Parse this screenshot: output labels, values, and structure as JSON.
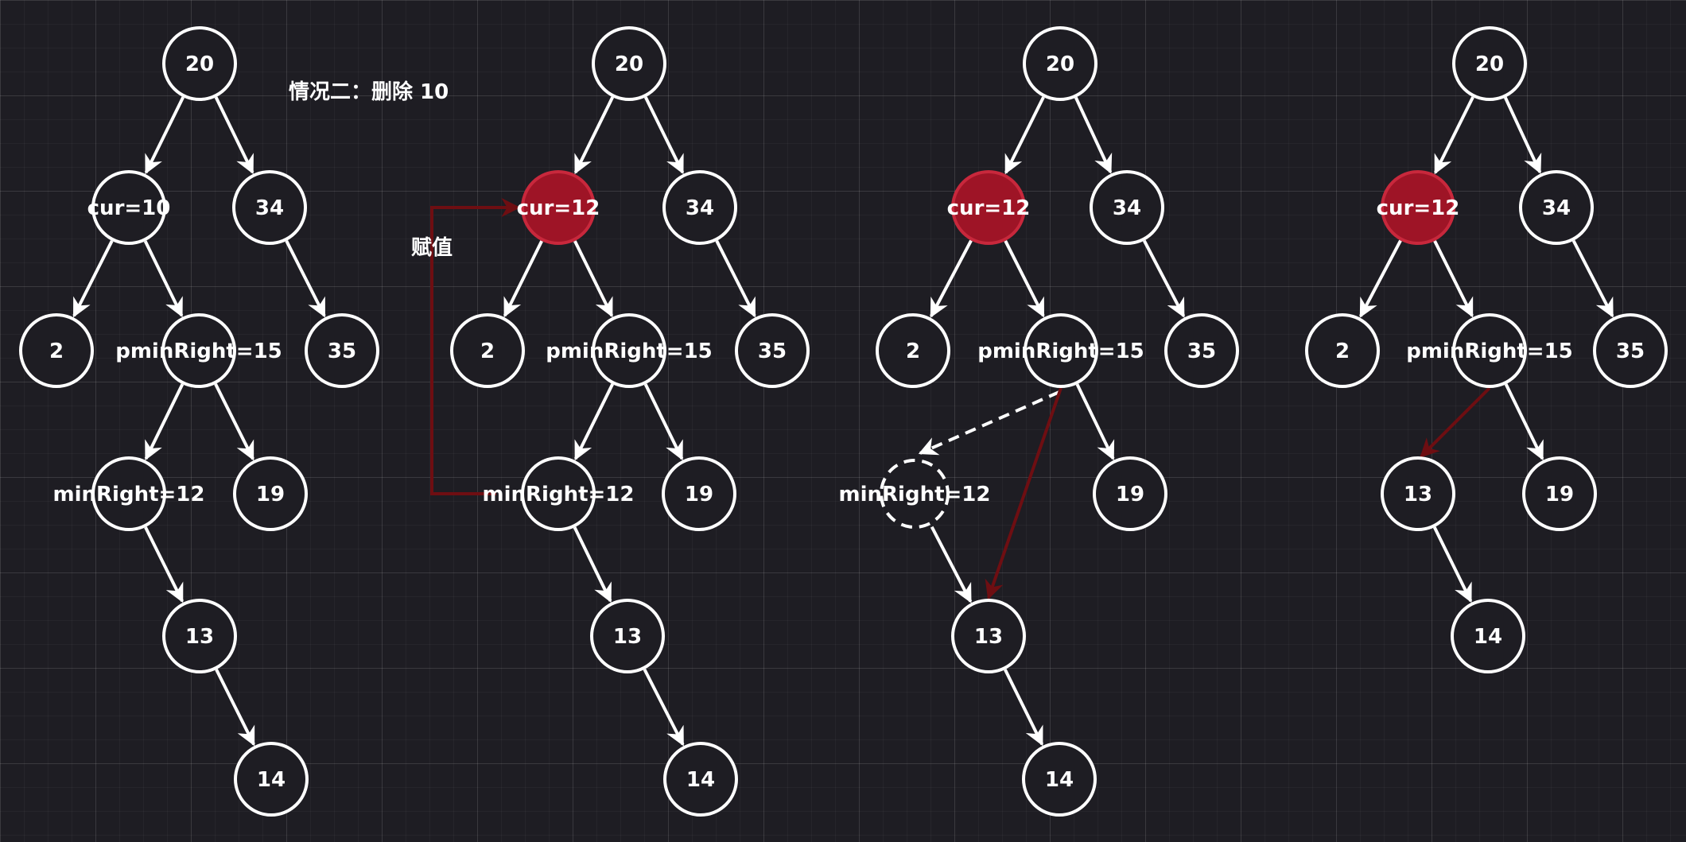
{
  "caption": "情况二：删除 10",
  "assign_label": "赋值",
  "colors": {
    "background": "#1e1d23",
    "node_stroke": "#ffffff",
    "highlight_fill": "#9e1426",
    "highlight_stroke": "#c8283c",
    "pointer_arrow": "#6e0e12"
  },
  "panels": [
    {
      "nodes": [
        {
          "id": "root",
          "label": "20"
        },
        {
          "id": "cur",
          "label": "cur=10"
        },
        {
          "id": "n34",
          "label": "34"
        },
        {
          "id": "n2",
          "label": "2"
        },
        {
          "id": "pmin",
          "label": "pminRight=15"
        },
        {
          "id": "n35",
          "label": "35"
        },
        {
          "id": "min",
          "label": "minRight=12"
        },
        {
          "id": "n19",
          "label": "19"
        },
        {
          "id": "n13",
          "label": "13"
        },
        {
          "id": "n14",
          "label": "14"
        }
      ]
    },
    {
      "nodes": [
        {
          "id": "root",
          "label": "20"
        },
        {
          "id": "cur",
          "label": "cur=12",
          "highlight": true
        },
        {
          "id": "n34",
          "label": "34"
        },
        {
          "id": "n2",
          "label": "2"
        },
        {
          "id": "pmin",
          "label": "pminRight=15"
        },
        {
          "id": "n35",
          "label": "35"
        },
        {
          "id": "min",
          "label": "minRight=12"
        },
        {
          "id": "n19",
          "label": "19"
        },
        {
          "id": "n13",
          "label": "13"
        },
        {
          "id": "n14",
          "label": "14"
        }
      ]
    },
    {
      "nodes": [
        {
          "id": "root",
          "label": "20"
        },
        {
          "id": "cur",
          "label": "cur=12",
          "highlight": true
        },
        {
          "id": "n34",
          "label": "34"
        },
        {
          "id": "n2",
          "label": "2"
        },
        {
          "id": "pmin",
          "label": "pminRight=15"
        },
        {
          "id": "n35",
          "label": "35"
        },
        {
          "id": "min",
          "label": "minRight=12",
          "dashed": true
        },
        {
          "id": "n19",
          "label": "19"
        },
        {
          "id": "n13",
          "label": "13"
        },
        {
          "id": "n14",
          "label": "14"
        }
      ]
    },
    {
      "nodes": [
        {
          "id": "root",
          "label": "20"
        },
        {
          "id": "cur",
          "label": "cur=12",
          "highlight": true
        },
        {
          "id": "n34",
          "label": "34"
        },
        {
          "id": "n2",
          "label": "2"
        },
        {
          "id": "pmin",
          "label": "pminRight=15"
        },
        {
          "id": "n35",
          "label": "35"
        },
        {
          "id": "n13",
          "label": "13"
        },
        {
          "id": "n19",
          "label": "19"
        },
        {
          "id": "n14",
          "label": "14"
        }
      ]
    }
  ]
}
